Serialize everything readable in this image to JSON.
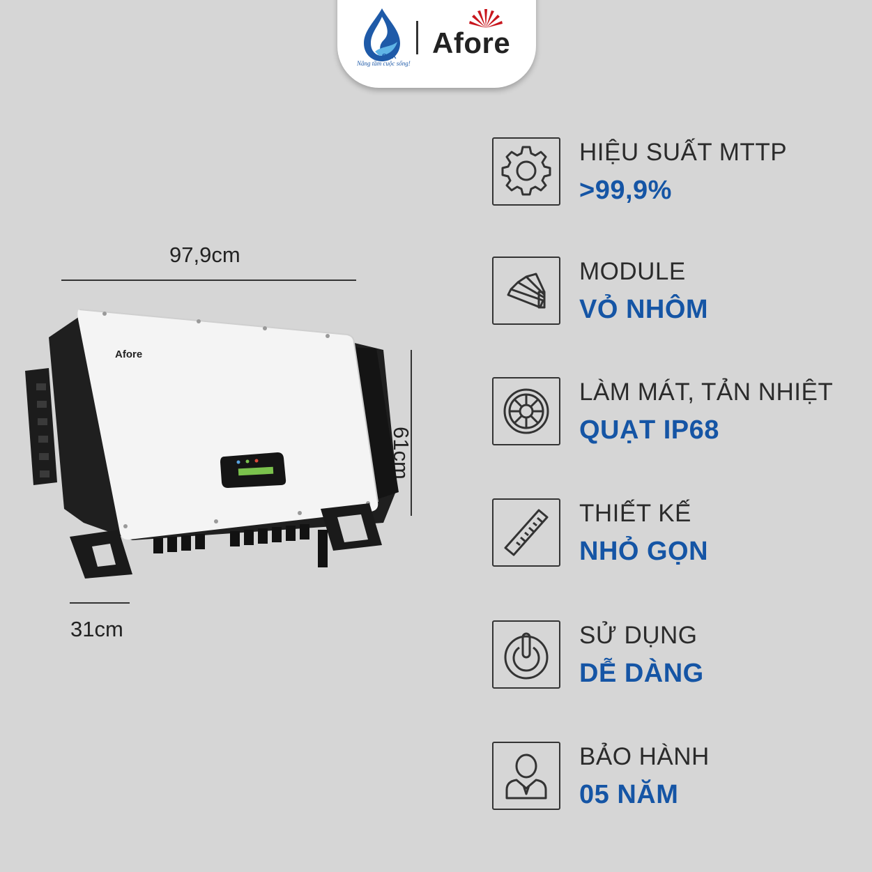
{
  "brand": {
    "name": "Afore",
    "slogan": "Nâng tầm cuộc sống!",
    "accent_color": "#1555a5",
    "sun_color": "#c8161d"
  },
  "dimensions": {
    "width": "97,9cm",
    "height": "61cm",
    "depth": "31cm"
  },
  "product": {
    "brand_label": "Afore"
  },
  "features": [
    {
      "label": "HIỆU SUẤT MTTP",
      "value": ">99,9%",
      "icon": "gear-icon"
    },
    {
      "label": "MODULE",
      "value": "VỎ NHÔM",
      "icon": "swatch-icon"
    },
    {
      "label": "LÀM MÁT, TẢN NHIỆT",
      "value": "QUẠT IP68",
      "icon": "fan-icon"
    },
    {
      "label": "THIẾT KẾ",
      "value": "NHỎ GỌN",
      "icon": "ruler-icon"
    },
    {
      "label": "SỬ DỤNG",
      "value": "DỄ DÀNG",
      "icon": "power-icon"
    },
    {
      "label": "BẢO HÀNH",
      "value": "05 NĂM",
      "icon": "user-icon"
    }
  ]
}
